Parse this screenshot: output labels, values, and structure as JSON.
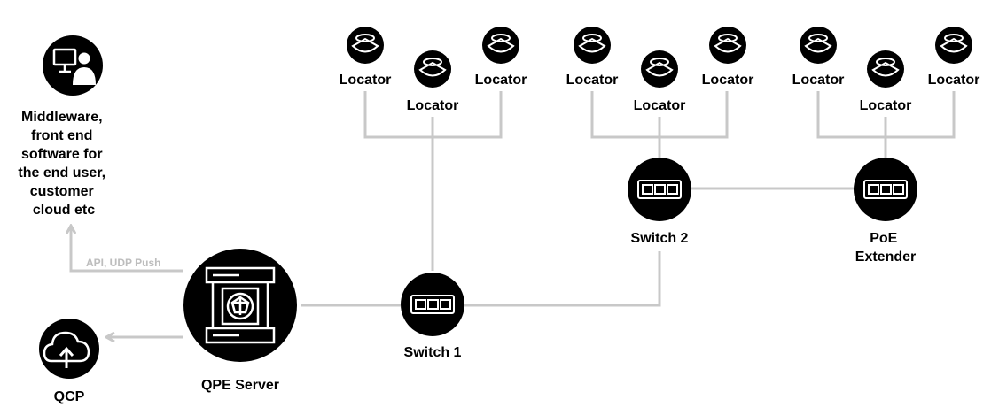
{
  "colors": {
    "node_fill": "#000000",
    "icon_stroke": "#ffffff",
    "wire": "#c8c8c8",
    "text": "#000000",
    "muted_text": "#bdbdbd"
  },
  "middleware": {
    "icon": "computer-user-icon",
    "label_lines": [
      "Middleware,",
      "front end",
      "software for",
      "the end user,",
      "customer",
      "cloud etc"
    ]
  },
  "api_label": "API, UDP Push",
  "qpe_server": {
    "icon": "server-rack-icon",
    "label": "QPE Server"
  },
  "qcp": {
    "icon": "cloud-upload-icon",
    "label": "QCP"
  },
  "switch1": {
    "icon": "network-switch-icon",
    "label": "Switch 1"
  },
  "switch2": {
    "icon": "network-switch-icon",
    "label": "Switch 2"
  },
  "poe_extender": {
    "icon": "network-switch-icon",
    "label_lines": [
      "PoE",
      "Extender"
    ]
  },
  "locator_groups": [
    {
      "locators": [
        "Locator",
        "Locator",
        "Locator"
      ]
    },
    {
      "locators": [
        "Locator",
        "Locator",
        "Locator"
      ]
    },
    {
      "locators": [
        "Locator",
        "Locator",
        "Locator"
      ]
    }
  ]
}
